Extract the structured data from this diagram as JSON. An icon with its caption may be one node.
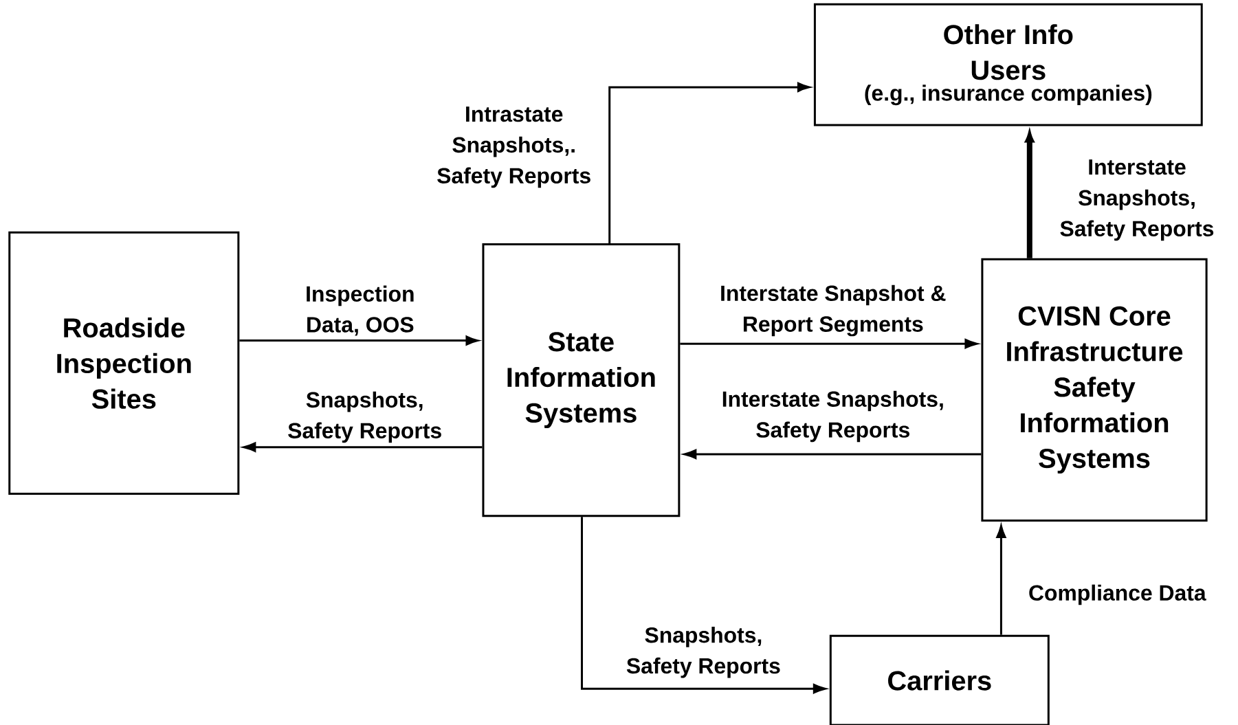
{
  "diagram": {
    "nodes": [
      {
        "text": [
          "Other Info Users",
          "(e.g., insurance companies)"
        ]
      },
      {
        "text": [
          "Roadside Inspection Sites"
        ]
      },
      {
        "text": [
          "State Information Systems"
        ]
      },
      {
        "text": [
          "CVISN Core Infrastructure Safety Information Systems"
        ]
      },
      {
        "text": [
          "Carriers"
        ]
      }
    ],
    "edges": [
      {
        "from": 2,
        "to": 0,
        "arrow": "to",
        "label": "Intrastate Snapshots,. Safety Reports"
      },
      {
        "from": 3,
        "to": 0,
        "arrow": "to",
        "label": "Interstate Snapshots, Safety Reports",
        "style": "thick"
      },
      {
        "from": 1,
        "to": 2,
        "arrow": "to",
        "label": "Inspection Data, OOS"
      },
      {
        "from": 2,
        "to": 1,
        "arrow": "to",
        "label": "Snapshots, Safety Reports"
      },
      {
        "from": 2,
        "to": 3,
        "arrow": "to",
        "label": "Interstate Snapshot & Report Segments"
      },
      {
        "from": 3,
        "to": 2,
        "arrow": "to",
        "label": "Interstate Snapshots, Safety Reports"
      },
      {
        "from": 2,
        "to": 4,
        "arrow": "to",
        "label": "Snapshots, Safety Reports"
      },
      {
        "from": 4,
        "to": 3,
        "arrow": "to",
        "label": "Compliance Data"
      }
    ]
  }
}
